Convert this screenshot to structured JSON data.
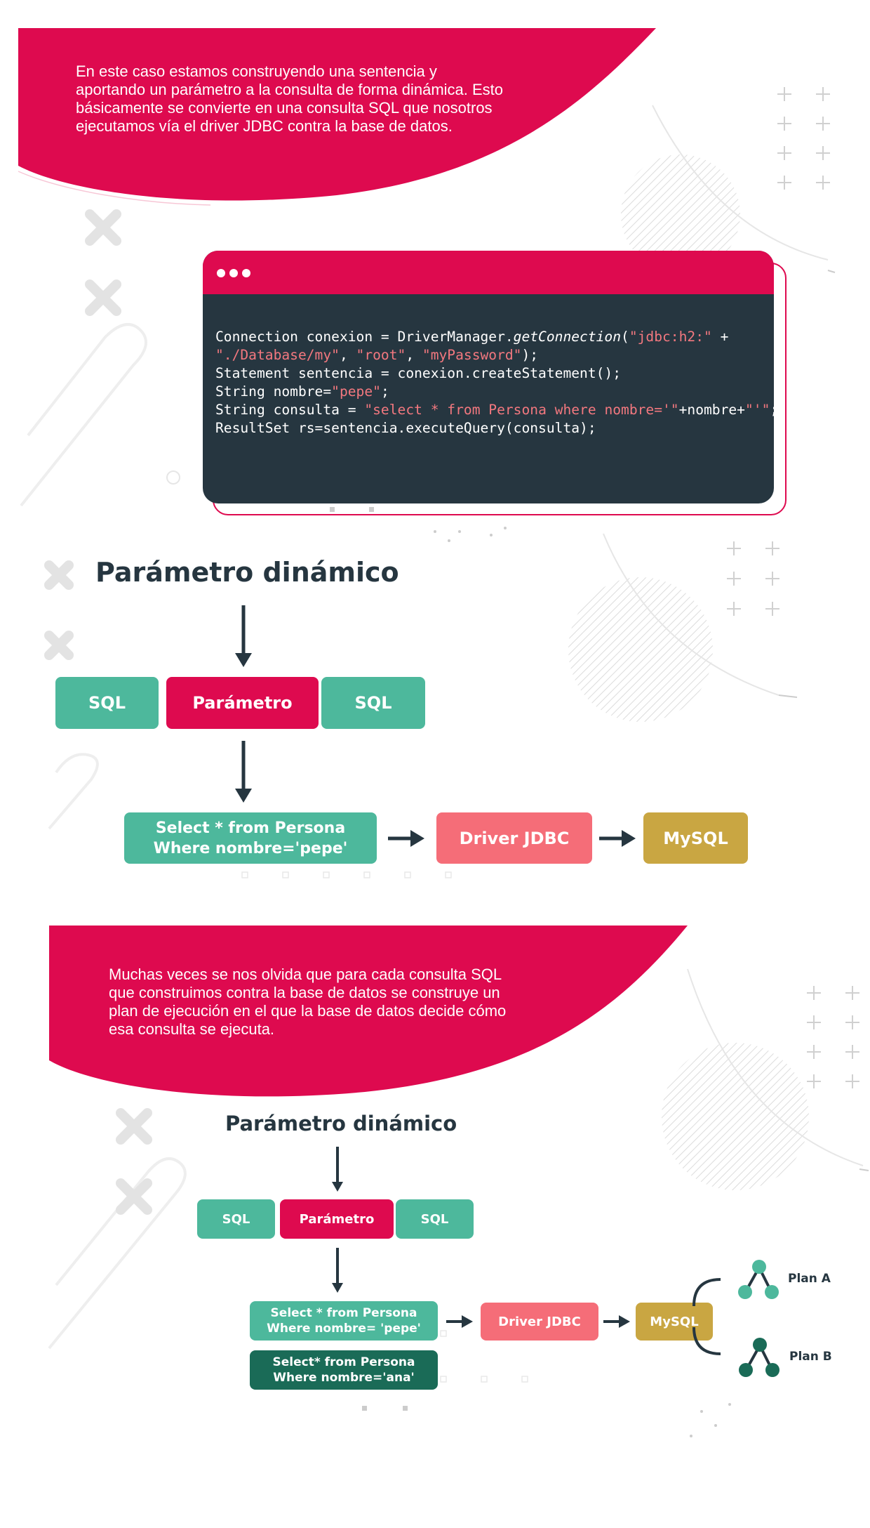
{
  "banner1": {
    "lines": [
      "En este caso estamos construyendo una sentencia y",
      "aportando un parámetro a la consulta de forma dinámica. Esto",
      "básicamente se convierte en una consulta SQL que nosotros",
      "ejecutamos vía el driver JDBC contra la base de datos."
    ]
  },
  "code": {
    "line1_a": "Connection conexion = DriverManager.",
    "line1_b": "getConnection",
    "line1_c": "(",
    "line1_d": "\"jdbc:h2:\"",
    "line1_e": " +",
    "line2_a": "\"./Database/my\"",
    "line2_b": ", ",
    "line2_c": "\"root\"",
    "line2_d": ", ",
    "line2_e": "\"myPassword\"",
    "line2_f": ");",
    "line3": "Statement sentencia = conexion.createStatement();",
    "line4_a": "String nombre=",
    "line4_b": "\"pepe\"",
    "line4_c": ";",
    "line5_a": "String consulta = ",
    "line5_b": "\"select * from Persona where nombre='\"",
    "line5_c": "+nombre+",
    "line5_d": "\"'\"",
    "line5_e": ";",
    "line6": "ResultSet rs=sentencia.executeQuery(consulta);"
  },
  "diagram1": {
    "title": "Parámetro dinámico",
    "sql_left": "SQL",
    "parametro": "Parámetro",
    "sql_right": "SQL",
    "query_line1": "Select * from Persona",
    "query_line2": "Where nombre='pepe'",
    "driver": "Driver JDBC",
    "db": "MySQL"
  },
  "banner2": {
    "lines": [
      "Muchas veces se nos olvida que para cada consulta SQL",
      "que construimos contra la base de datos se construye un",
      "plan de ejecución en el que la base de datos decide cómo",
      "esa consulta se ejecuta."
    ]
  },
  "diagram2": {
    "title": "Parámetro dinámico",
    "sql_left": "SQL",
    "parametro": "Parámetro",
    "sql_right": "SQL",
    "query1_line1": "Select * from Persona",
    "query1_line2": "Where nombre= 'pepe'",
    "query2_line1": "Select* from Persona",
    "query2_line2": "Where nombre='ana'",
    "driver": "Driver JDBC",
    "db": "MySQL",
    "plan_a": "Plan A",
    "plan_b": "Plan B"
  },
  "colors": {
    "crimson": "#de0a4f",
    "teal": "#4db89c",
    "salmon": "#f56d78",
    "gold": "#c9a642",
    "dark_green": "#1a6b57",
    "code_bg": "#263640"
  }
}
